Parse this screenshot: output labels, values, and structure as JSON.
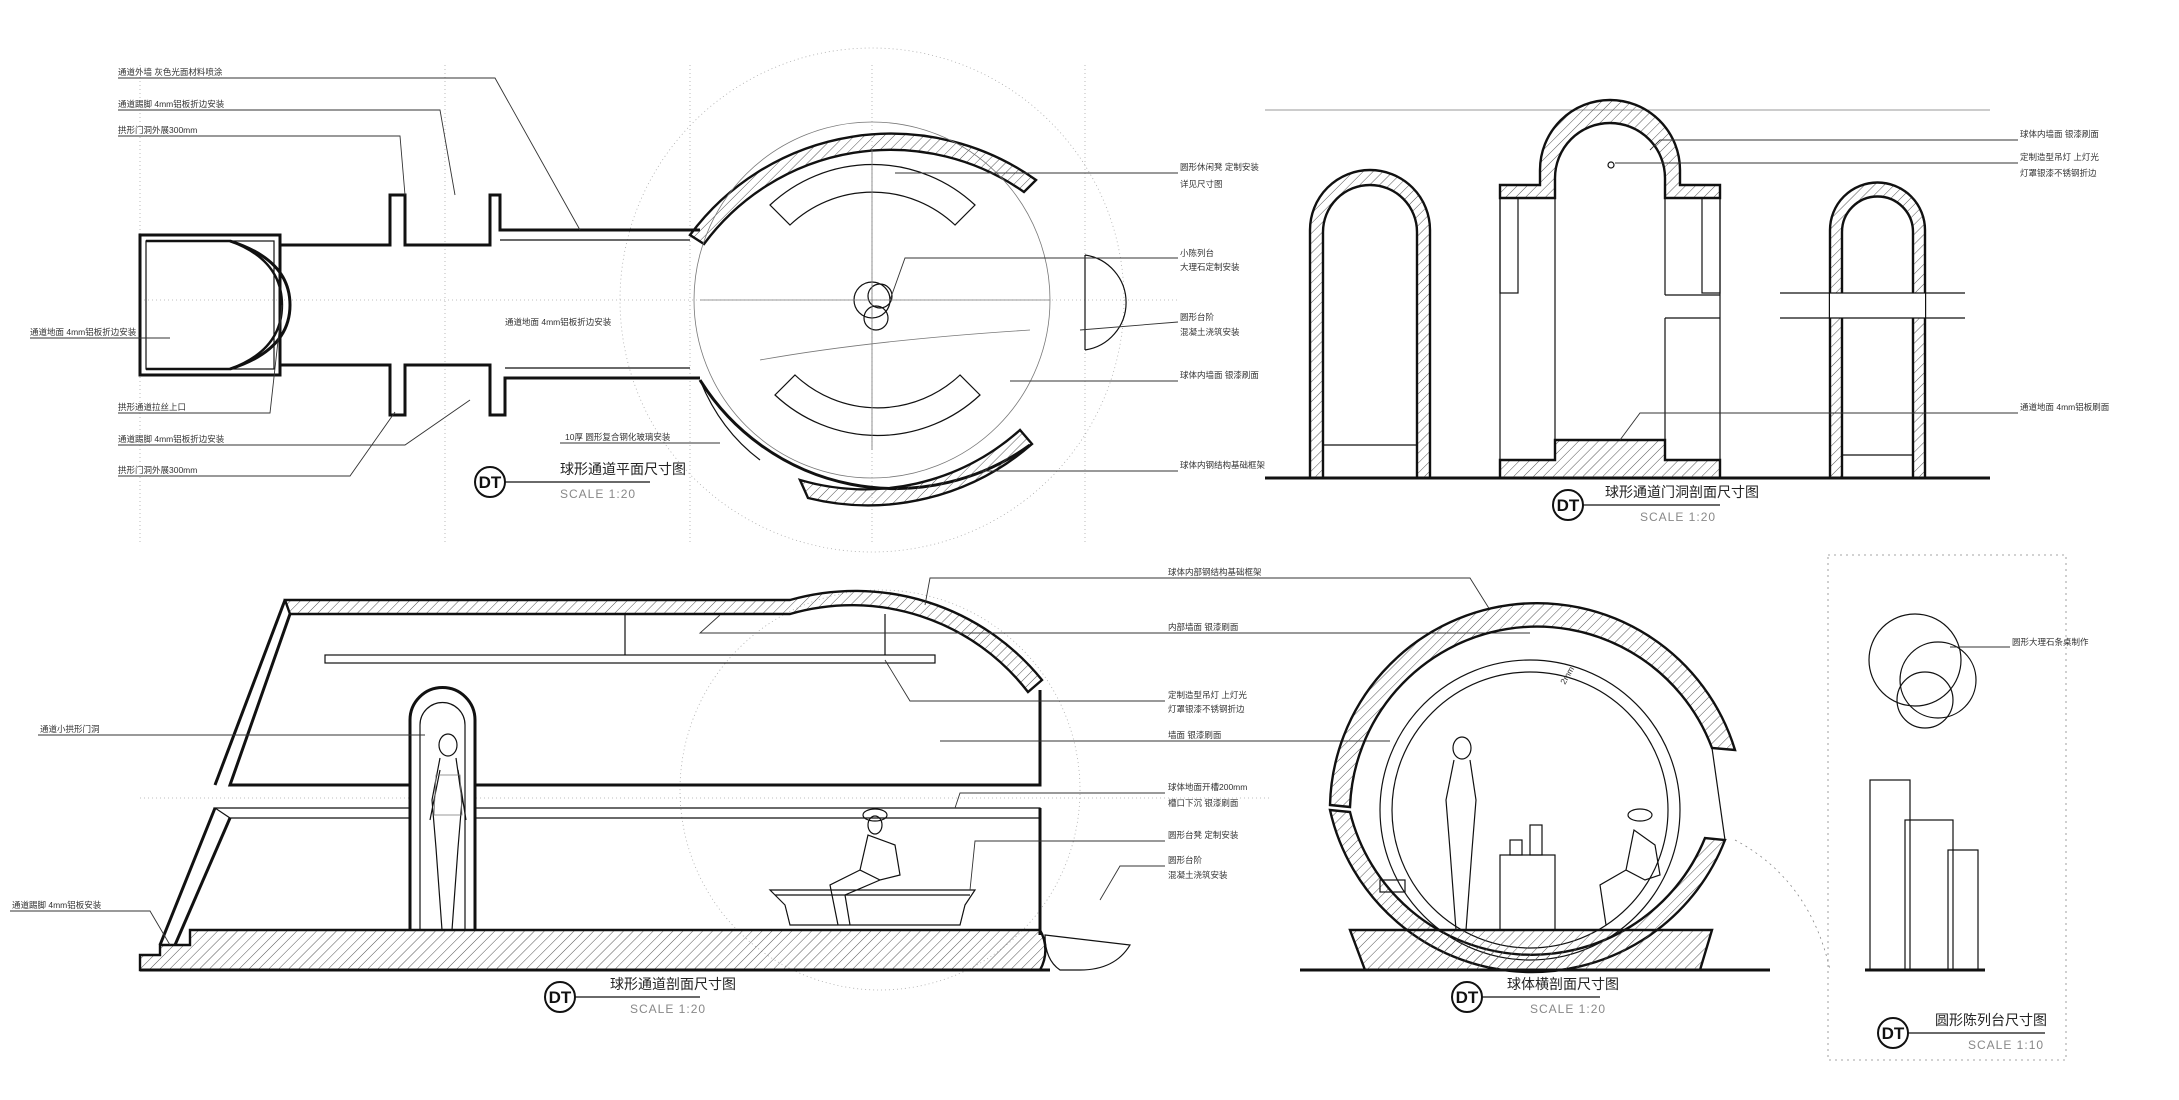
{
  "badge": "DT",
  "drawings": {
    "plan": {
      "title": "球形通道平面尺寸图",
      "scale": "SCALE 1:20"
    },
    "door_section": {
      "title": "球形通道门洞剖面尺寸图",
      "scale": "SCALE 1:20"
    },
    "passage_section": {
      "title": "球形通道剖面尺寸图",
      "scale": "SCALE 1:20"
    },
    "sphere_section": {
      "title": "球体横剖面尺寸图",
      "scale": "SCALE 1:20"
    },
    "display_table": {
      "title": "圆形陈列台尺寸图",
      "scale": "SCALE 1:10"
    }
  },
  "notes": {
    "plan_left": [
      "通道外墙  灰色光面材料喷涂",
      "通道踢脚  4mm铝板折边安装",
      "拱形门洞外展300mm",
      "通道地面  4mm铝板折边安装",
      "拱形通道拉丝上口",
      "通道踢脚  4mm铝板折边安装",
      "拱形门洞外展300mm"
    ],
    "plan_center": "通道地面  4mm铝板折边安装",
    "plan_right": [
      "圆形休闲凳  定制安装",
      "详见尺寸图",
      "小陈列台",
      "大理石定制安装",
      "圆形台阶",
      "混凝土浇筑安装",
      "球体内墙面  银漆刷面",
      "球体内钢结构基础框架"
    ],
    "plan_bottom": "10厚  圆形复合钢化玻璃安装",
    "door_right": [
      "球体内墙面  银漆刷面",
      "定制造型吊灯  上灯光",
      "灯罩银漆不锈钢折边",
      "通道地面  4mm铝板刷面"
    ],
    "section_left": [
      "通道小拱形门洞",
      "通道踢脚  4mm铝板安装"
    ],
    "section_mid": [
      "球体内部钢结构基础框架",
      "内部墙面  银漆刷面",
      "定制造型吊灯  上灯光",
      "灯罩银漆不锈钢折边",
      "墙面  银漆刷面",
      "球体地面开槽200mm",
      "槽口下沉  银漆刷面",
      "圆形台凳  定制安装",
      "圆形台阶",
      "混凝土浇筑安装"
    ],
    "sphere_label": "2mm",
    "table_right": "圆形大理石条桌制作"
  }
}
